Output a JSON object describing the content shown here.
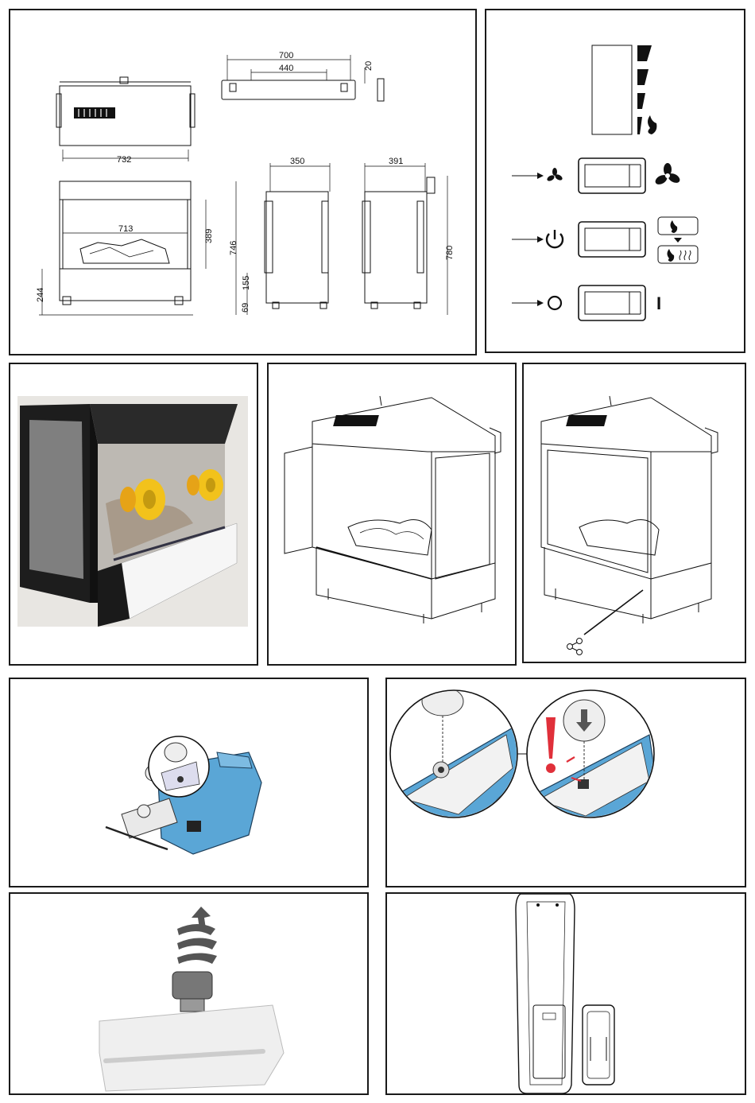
{
  "dimensions": {
    "width_top": "700",
    "inner_top": "440",
    "clearance": "20",
    "overall_width": "732",
    "opening_width": "713",
    "opening_height": "389",
    "base_height": "244",
    "depth_front": "350",
    "depth_side": "391",
    "height_front": "746",
    "height_side": "780",
    "plinth": "155",
    "feet": "69"
  },
  "controls": {
    "on_label": "I"
  },
  "colors": {
    "accent_blue": "#5aa6d6",
    "knob_yellow": "#f2c21b",
    "warning_red": "#e0303a"
  }
}
